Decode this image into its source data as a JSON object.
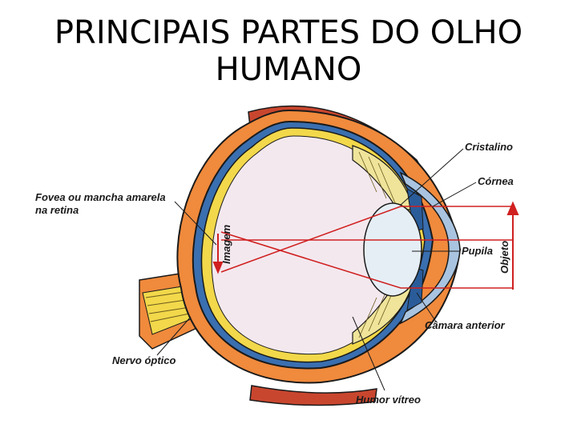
{
  "slide": {
    "title_line1": "PRINCIPAIS PARTES DO OLHO",
    "title_line2": "HUMANO"
  },
  "labels": {
    "cristalino": "Cristalino",
    "cornea": "Córnea",
    "fovea_line1": "Fovea ou mancha amarela",
    "fovea_line2": "na retina",
    "imagem": "Imagem",
    "pupila": "Pupila",
    "objeto": "Objeto",
    "camara_anterior": "Câmara anterior",
    "nervo_optico": "Nervo óptico",
    "humor_vitreo": "Humor vítreo"
  },
  "colors": {
    "sclera": "#f08a3c",
    "choroid": "#1a1a1a",
    "retina_yellow": "#f2d84a",
    "vitreous": "#f3e8ee",
    "lens": "#e6eef5",
    "cornea_blue": "#a9c4e0",
    "muscle": "#c9462e",
    "ray_red": "#d02020",
    "zonule_yellow": "#efe49a"
  }
}
